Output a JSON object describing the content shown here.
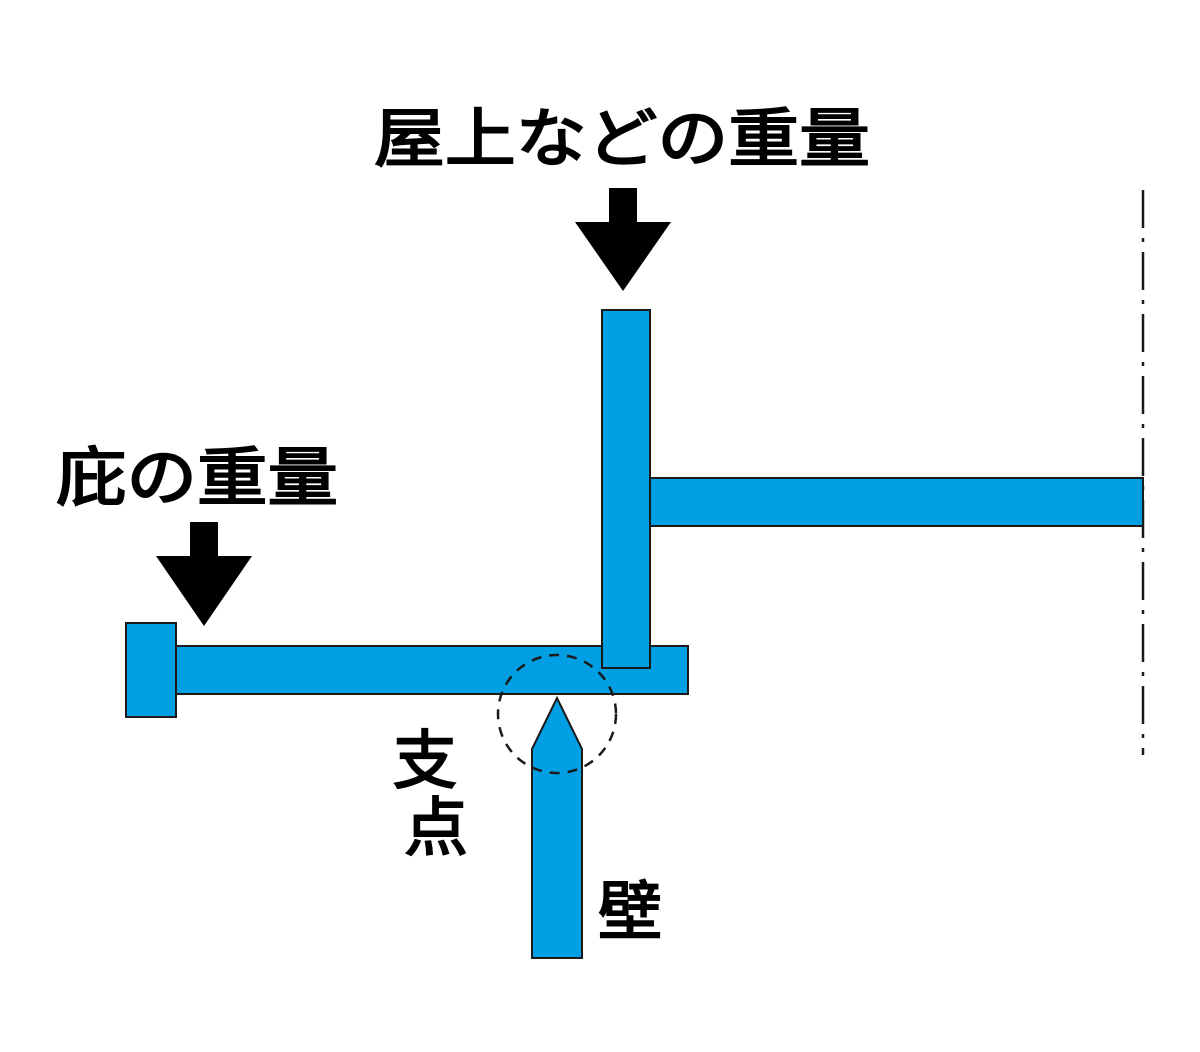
{
  "labels": {
    "roof_load": "屋上などの重量",
    "eave_load": "庇の重量",
    "fulcrum": "支点",
    "wall": "壁"
  },
  "colors": {
    "member_fill": "#009fe3",
    "stroke": "#1a1a1a",
    "arrow": "#000000",
    "background": "#ffffff"
  }
}
